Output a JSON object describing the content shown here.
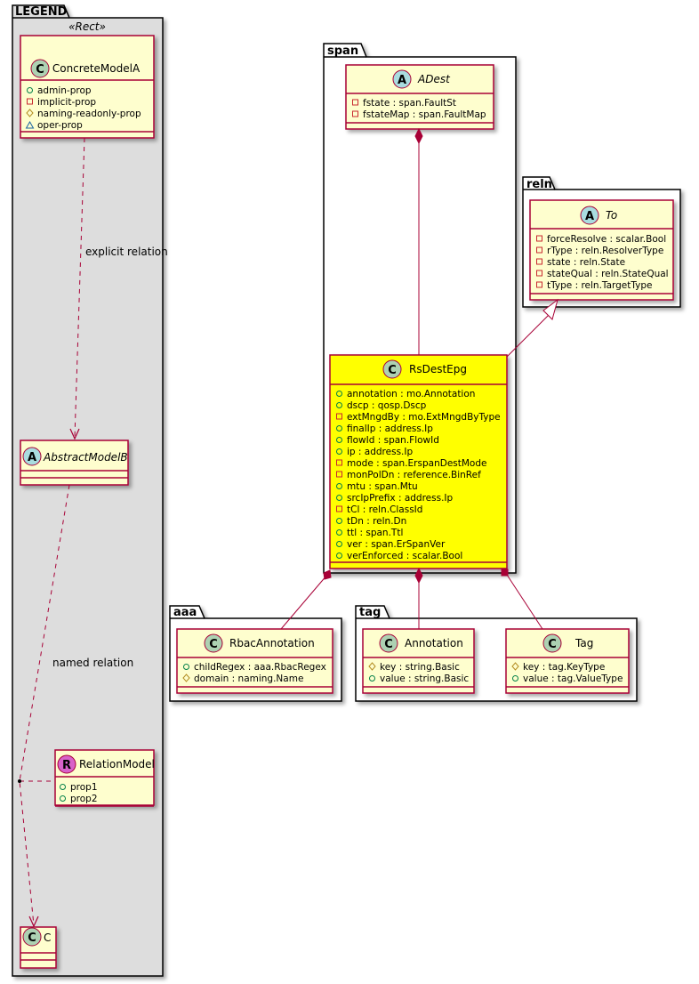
{
  "colors": {
    "class_fill": "#fefece",
    "class_border": "#a80036",
    "highlight_fill": "#ffff00",
    "legend_fill": "#dddddd",
    "badge_class": "#add1b2",
    "badge_abstract": "#a9dcdf",
    "badge_relation": "#d862c9",
    "vis_public": "#038048",
    "vis_private": "#c82930",
    "vis_protected": "#b38d22",
    "vis_package": "#1963a0",
    "relation_line": "#a80036"
  },
  "legend": {
    "package_name": "LEGEND",
    "stereotype": "«Rect»",
    "concrete": {
      "badge": "C",
      "name": "ConcreteModelA",
      "attributes": [
        {
          "vis": "public",
          "text": "admin-prop"
        },
        {
          "vis": "private",
          "text": "implicit-prop"
        },
        {
          "vis": "protected",
          "text": "naming-readonly-prop"
        },
        {
          "vis": "package",
          "text": "oper-prop"
        }
      ]
    },
    "explicit_relation_label": "explicit relation",
    "abstract": {
      "badge": "A",
      "name": "AbstractModelB"
    },
    "named_relation_label": "named relation",
    "relation_model": {
      "badge": "R",
      "name": "RelationModel",
      "attributes": [
        {
          "vis": "public",
          "text": "prop1"
        },
        {
          "vis": "public",
          "text": "prop2"
        }
      ]
    },
    "target": {
      "badge": "C",
      "name": "C"
    }
  },
  "packages": {
    "span": {
      "name": "span",
      "adest": {
        "badge": "A",
        "name": "ADest",
        "attributes": [
          {
            "vis": "private",
            "text": "fstate : span.FaultSt"
          },
          {
            "vis": "private",
            "text": "fstateMap : span.FaultMap"
          }
        ]
      },
      "rsdestepg": {
        "badge": "C",
        "name": "RsDestEpg",
        "attributes": [
          {
            "vis": "public",
            "text": "annotation : mo.Annotation"
          },
          {
            "vis": "public",
            "text": "dscp : qosp.Dscp"
          },
          {
            "vis": "private",
            "text": "extMngdBy : mo.ExtMngdByType"
          },
          {
            "vis": "public",
            "text": "finalIp : address.Ip"
          },
          {
            "vis": "public",
            "text": "flowId : span.FlowId"
          },
          {
            "vis": "public",
            "text": "ip : address.Ip"
          },
          {
            "vis": "private",
            "text": "mode : span.ErspanDestMode"
          },
          {
            "vis": "private",
            "text": "monPolDn : reference.BinRef"
          },
          {
            "vis": "public",
            "text": "mtu : span.Mtu"
          },
          {
            "vis": "public",
            "text": "srcIpPrefix : address.Ip"
          },
          {
            "vis": "private",
            "text": "tCl : reln.ClassId"
          },
          {
            "vis": "public",
            "text": "tDn : reln.Dn"
          },
          {
            "vis": "public",
            "text": "ttl : span.Ttl"
          },
          {
            "vis": "public",
            "text": "ver : span.ErSpanVer"
          },
          {
            "vis": "public",
            "text": "verEnforced : scalar.Bool"
          }
        ]
      }
    },
    "reln": {
      "name": "reln",
      "to": {
        "badge": "A",
        "name": "To",
        "attributes": [
          {
            "vis": "private",
            "text": "forceResolve : scalar.Bool"
          },
          {
            "vis": "private",
            "text": "rType : reln.ResolverType"
          },
          {
            "vis": "private",
            "text": "state : reln.State"
          },
          {
            "vis": "private",
            "text": "stateQual : reln.StateQual"
          },
          {
            "vis": "private",
            "text": "tType : reln.TargetType"
          }
        ]
      }
    },
    "aaa": {
      "name": "aaa",
      "rbac": {
        "badge": "C",
        "name": "RbacAnnotation",
        "attributes": [
          {
            "vis": "public",
            "text": "childRegex : aaa.RbacRegex"
          },
          {
            "vis": "protected",
            "text": "domain : naming.Name"
          }
        ]
      }
    },
    "tag": {
      "name": "tag",
      "annotation": {
        "badge": "C",
        "name": "Annotation",
        "attributes": [
          {
            "vis": "protected",
            "text": "key : string.Basic"
          },
          {
            "vis": "public",
            "text": "value : string.Basic"
          }
        ]
      },
      "tagcls": {
        "badge": "C",
        "name": "Tag",
        "attributes": [
          {
            "vis": "protected",
            "text": "key : tag.KeyType"
          },
          {
            "vis": "public",
            "text": "value : tag.ValueType"
          }
        ]
      }
    }
  }
}
